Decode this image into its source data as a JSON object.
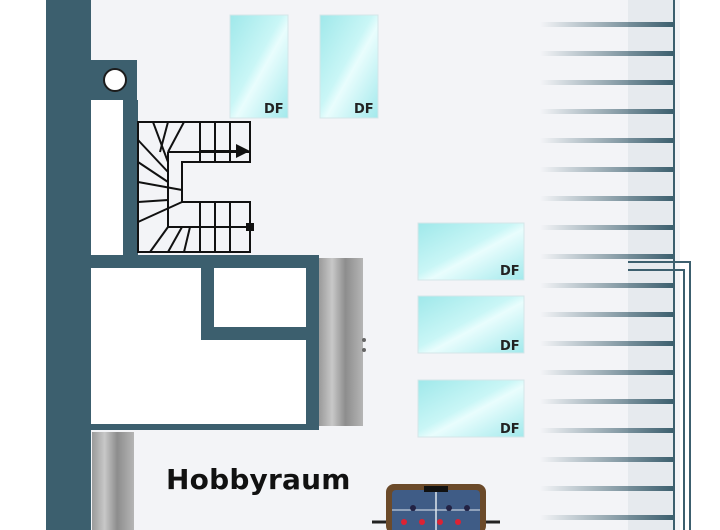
{
  "room_label": "Hobbyraum",
  "skylights": [
    {
      "label": "DF"
    },
    {
      "label": "DF"
    },
    {
      "label": "DF"
    },
    {
      "label": "DF"
    },
    {
      "label": "DF"
    }
  ],
  "colors": {
    "wall": "#3c5f6e",
    "floor": "#f3f4f7",
    "glass": "#aeeef0",
    "wood": "#8e7a5a",
    "foosball_frame": "#6b4a2a"
  },
  "icons": [
    "stair-arrow-icon",
    "foosball-table-icon",
    "light-fixture-icon"
  ]
}
